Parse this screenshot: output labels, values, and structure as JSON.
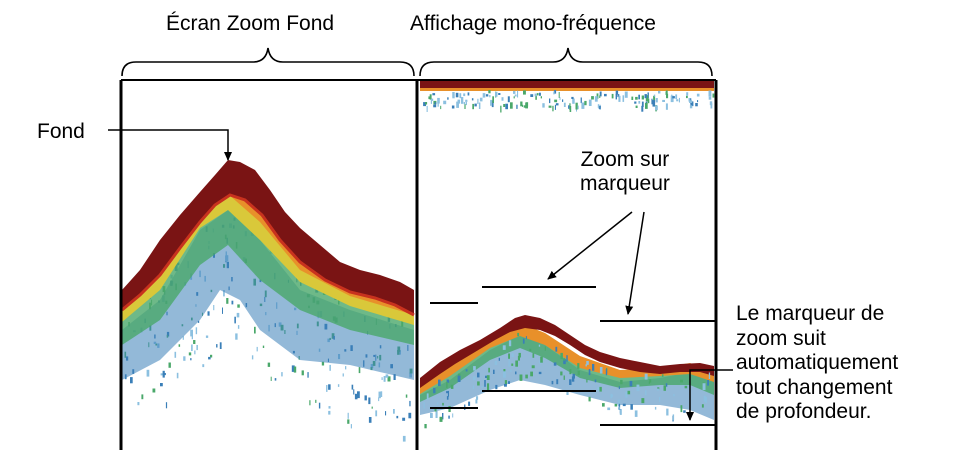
{
  "panels": {
    "left_title": "Écran Zoom Fond",
    "right_title": "Affichage mono-fréquence"
  },
  "callouts": {
    "fond": "Fond",
    "zoom_marker": [
      "Zoom sur",
      "marqueur"
    ],
    "marker_follows": [
      "Le marqueur de",
      "zoom suit",
      "automatiquement",
      "tout changement",
      "de profondeur."
    ]
  },
  "colors": {
    "seabed": "#7a1414",
    "seabed_edge": "#c8321e",
    "echo_orange": "#e8902a",
    "echo_yellow": "#d9c83a",
    "echo_green": "#4aa86a",
    "echo_blue": "#3a7fb8",
    "echo_light_blue": "#8cc0e0"
  }
}
